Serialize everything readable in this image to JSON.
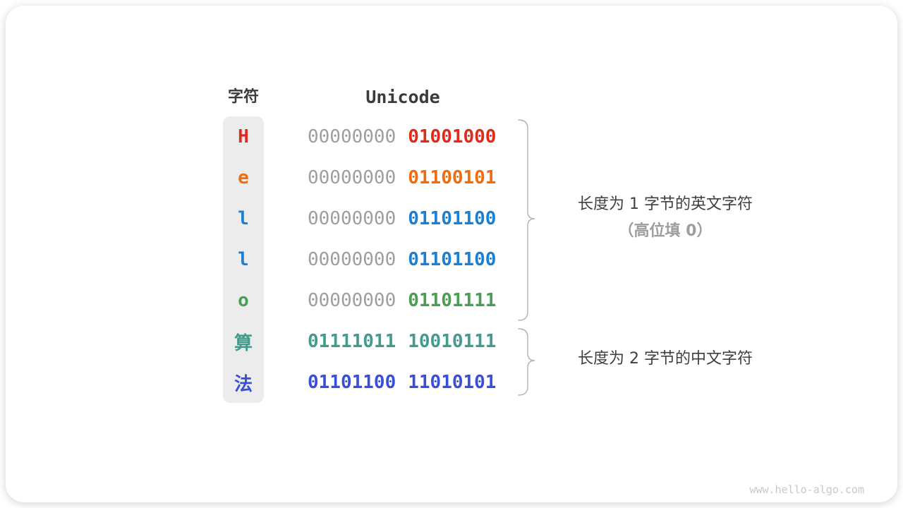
{
  "header": {
    "char_col": "字符",
    "unicode_col": "Unicode"
  },
  "colors": {
    "muted_byte": "#9e9e9e",
    "char_column_bg": "#ececec",
    "header_text": "#3b3b3b",
    "annotation_text": "#3f3f3f",
    "annotation_muted": "#9e9e9e",
    "brace": "#b3b3b3",
    "watermark": "#c9c9c9",
    "red": "#e02a1d",
    "orange": "#f26c0d",
    "blue": "#1b7fd2",
    "green": "#4a9e52",
    "teal": "#439b8d",
    "indigo": "#3a4fd9"
  },
  "rows": [
    {
      "char": "H",
      "color": "#e02a1d",
      "byte1": "00000000",
      "byte2": "01001000",
      "byte1_color": "#9e9e9e",
      "byte2_color": "#e02a1d"
    },
    {
      "char": "e",
      "color": "#f26c0d",
      "byte1": "00000000",
      "byte2": "01100101",
      "byte1_color": "#9e9e9e",
      "byte2_color": "#f26c0d"
    },
    {
      "char": "l",
      "color": "#1b7fd2",
      "byte1": "00000000",
      "byte2": "01101100",
      "byte1_color": "#9e9e9e",
      "byte2_color": "#1b7fd2"
    },
    {
      "char": "l",
      "color": "#1b7fd2",
      "byte1": "00000000",
      "byte2": "01101100",
      "byte1_color": "#9e9e9e",
      "byte2_color": "#1b7fd2"
    },
    {
      "char": "o",
      "color": "#4a9e52",
      "byte1": "00000000",
      "byte2": "01101111",
      "byte1_color": "#9e9e9e",
      "byte2_color": "#4a9e52"
    },
    {
      "char": "算",
      "color": "#439b8d",
      "byte1": "01111011",
      "byte2": "10010111",
      "byte1_color": "#439b8d",
      "byte2_color": "#439b8d"
    },
    {
      "char": "法",
      "color": "#3a4fd9",
      "byte1": "01101100",
      "byte2": "11010101",
      "byte1_color": "#3a4fd9",
      "byte2_color": "#3a4fd9"
    }
  ],
  "annotations": {
    "english": {
      "line1": "长度为 1 字节的英文字符",
      "line2": "（高位填 0）"
    },
    "chinese": {
      "line1": "长度为 2 字节的中文字符"
    }
  },
  "watermark": "www.hello-algo.com"
}
